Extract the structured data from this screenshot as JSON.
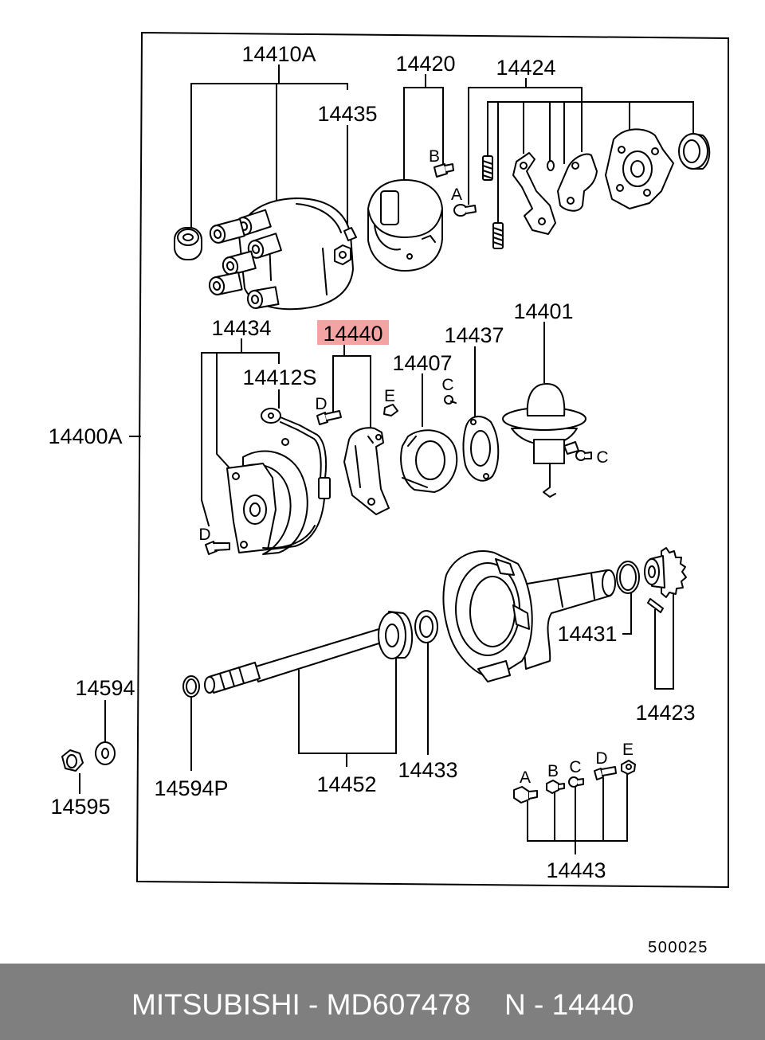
{
  "diagram": {
    "labels": {
      "cap": "14410A",
      "rotor": "14420",
      "governor": "14424",
      "cap_screw": "14435",
      "breaker_plate": "14434",
      "pickup": "14440",
      "gasket": "14437",
      "vacuum_advance": "14401",
      "lead_wire": "14412S",
      "stator": "14407",
      "assembly": "14400A",
      "housing": "14431",
      "gear_pin": "14423",
      "washer": "14594",
      "nut": "14595",
      "washer_p": "14594P",
      "shaft": "14452",
      "shaft_washer": "14433",
      "screw_set": "14443"
    },
    "letters": {
      "rotor_screw": "B",
      "governor_screw": "A",
      "pickup_bolt": "D",
      "stator_screw": "E",
      "gasket_screw": "C",
      "vacuum_screw": "C",
      "plate_bolt": "D",
      "set_a": "A",
      "set_b": "B",
      "set_c": "C",
      "set_d": "D",
      "set_e": "E"
    },
    "code": "500025"
  },
  "highlight": {
    "color": "#f4a3a3"
  },
  "footer": {
    "brand_part": "MITSUBISHI - MD607478",
    "ref": "N - 14440",
    "background": "#7f7f7f"
  }
}
